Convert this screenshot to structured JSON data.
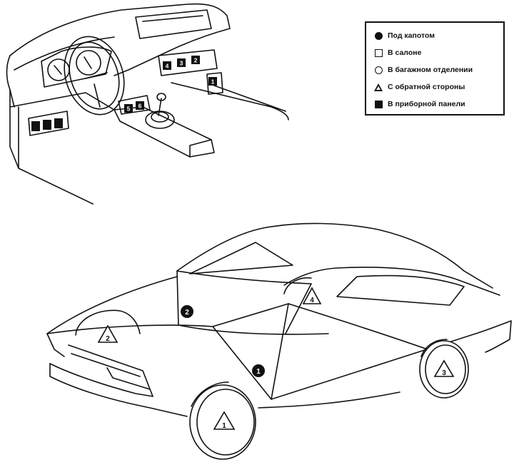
{
  "legend": {
    "items": [
      {
        "symbol": "filled-circle",
        "label": "Под капотом"
      },
      {
        "symbol": "open-square",
        "label": "В салоне"
      },
      {
        "symbol": "open-circle",
        "label": "В багажном отделении"
      },
      {
        "symbol": "open-triangle",
        "label": "С обратной стороны"
      },
      {
        "symbol": "filled-square",
        "label": "В приборной панели"
      }
    ]
  },
  "dashboard_markers": [
    "4",
    "3",
    "2",
    "1",
    "5",
    "6"
  ],
  "car_markers": [
    "2",
    "4",
    "1",
    "2",
    "1",
    "3"
  ]
}
